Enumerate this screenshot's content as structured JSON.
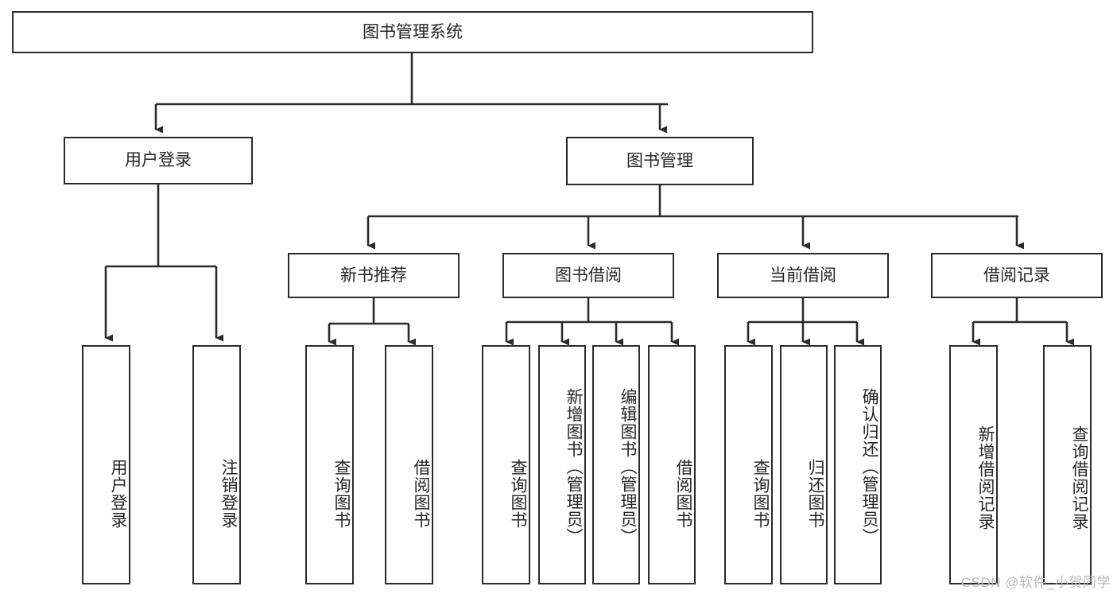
{
  "diagram": {
    "title": "图书管理系统",
    "type": "tree",
    "colors": {
      "box_border": "#2b2b2b",
      "box_fill": "#ffffff",
      "edge": "#2b2b2b",
      "text": "#262626",
      "watermark": "#b9b9b9"
    },
    "root": {
      "label": "图书管理系统"
    },
    "level1": [
      {
        "label": "用户登录"
      },
      {
        "label": "图书管理"
      }
    ],
    "level2": [
      {
        "label": "新书推荐"
      },
      {
        "label": "图书借阅"
      },
      {
        "label": "当前借阅"
      },
      {
        "label": "借阅记录"
      }
    ],
    "leaves": {
      "user_login": [
        {
          "label": "用户登录"
        },
        {
          "label": "注销登录"
        }
      ],
      "new_book_recommend": [
        {
          "label": "查询图书"
        },
        {
          "label": "借阅图书"
        }
      ],
      "book_borrow": [
        {
          "label": "查询图书"
        },
        {
          "label": "新增图书（管理员）"
        },
        {
          "label": "编辑图书（管理员）"
        },
        {
          "label": "借阅图书"
        }
      ],
      "current_borrow": [
        {
          "label": "查询图书"
        },
        {
          "label": "归还图书"
        },
        {
          "label": "确认归还（管理员）"
        }
      ],
      "borrow_record": [
        {
          "label": "新增借阅记录"
        },
        {
          "label": "查询借阅记录"
        }
      ]
    },
    "watermark": "CSDN @软件_小贺同学"
  }
}
